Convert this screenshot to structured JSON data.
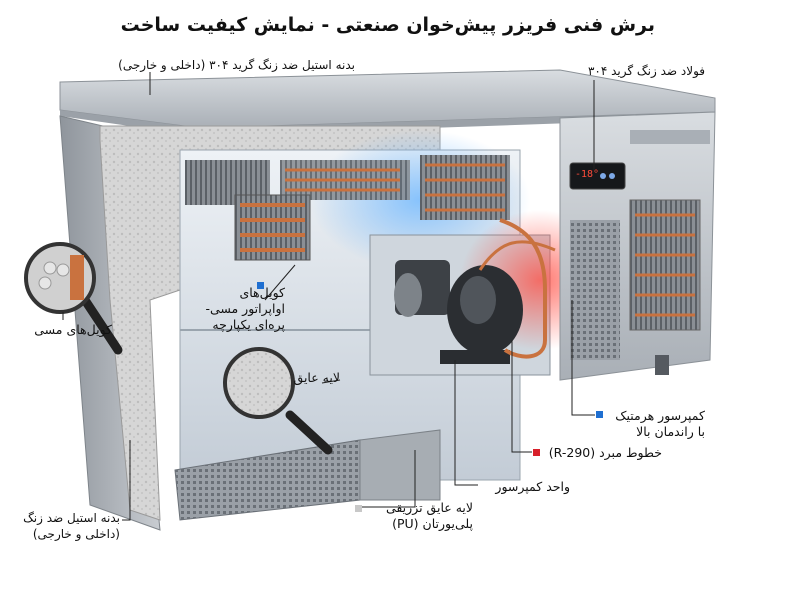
{
  "title": "برش فنی فریزر پیش‌خوان صنعتی - نمایش کیفیت ساخت",
  "labels": {
    "body_steel_top": "بدنه استیل ضد زنگ گرید ۳۰۴ (داخلی و خارجی)",
    "steel_304": "فولاد ضد زنگ گرید ۳۰۴",
    "evaporator_coils": "کویل‌های اواپراتور مسی-پره‌ای یکپارچه",
    "copper_coils": "کویل‌های مسی",
    "insulation_layer": "لایه عایق",
    "hermetic_compressor": "کمپرسور هرمتیک با راندمان بالا",
    "refrigerant_lines": "خطوط مبرد (R-290)",
    "compressor_unit": "واحد کمپرسور",
    "pu_foam": "لایه عایق تزریقی پلی‌یورتان (PU)",
    "body_steel_bottom": "بدنه استیل ضد زنگ (داخلی و خارجی)"
  },
  "controller": {
    "display": "-18°"
  },
  "colors": {
    "blue_marker": "#1f6fd1",
    "red_marker": "#d8202a",
    "gray_marker": "#c8c8c8",
    "steel": "#b9bec4",
    "insulation": "#dcdcdc",
    "interior": "#d4dde6",
    "copper": "#c9723f",
    "hot_glow": "#e8403a",
    "cold_glow": "#4aa3ff"
  }
}
